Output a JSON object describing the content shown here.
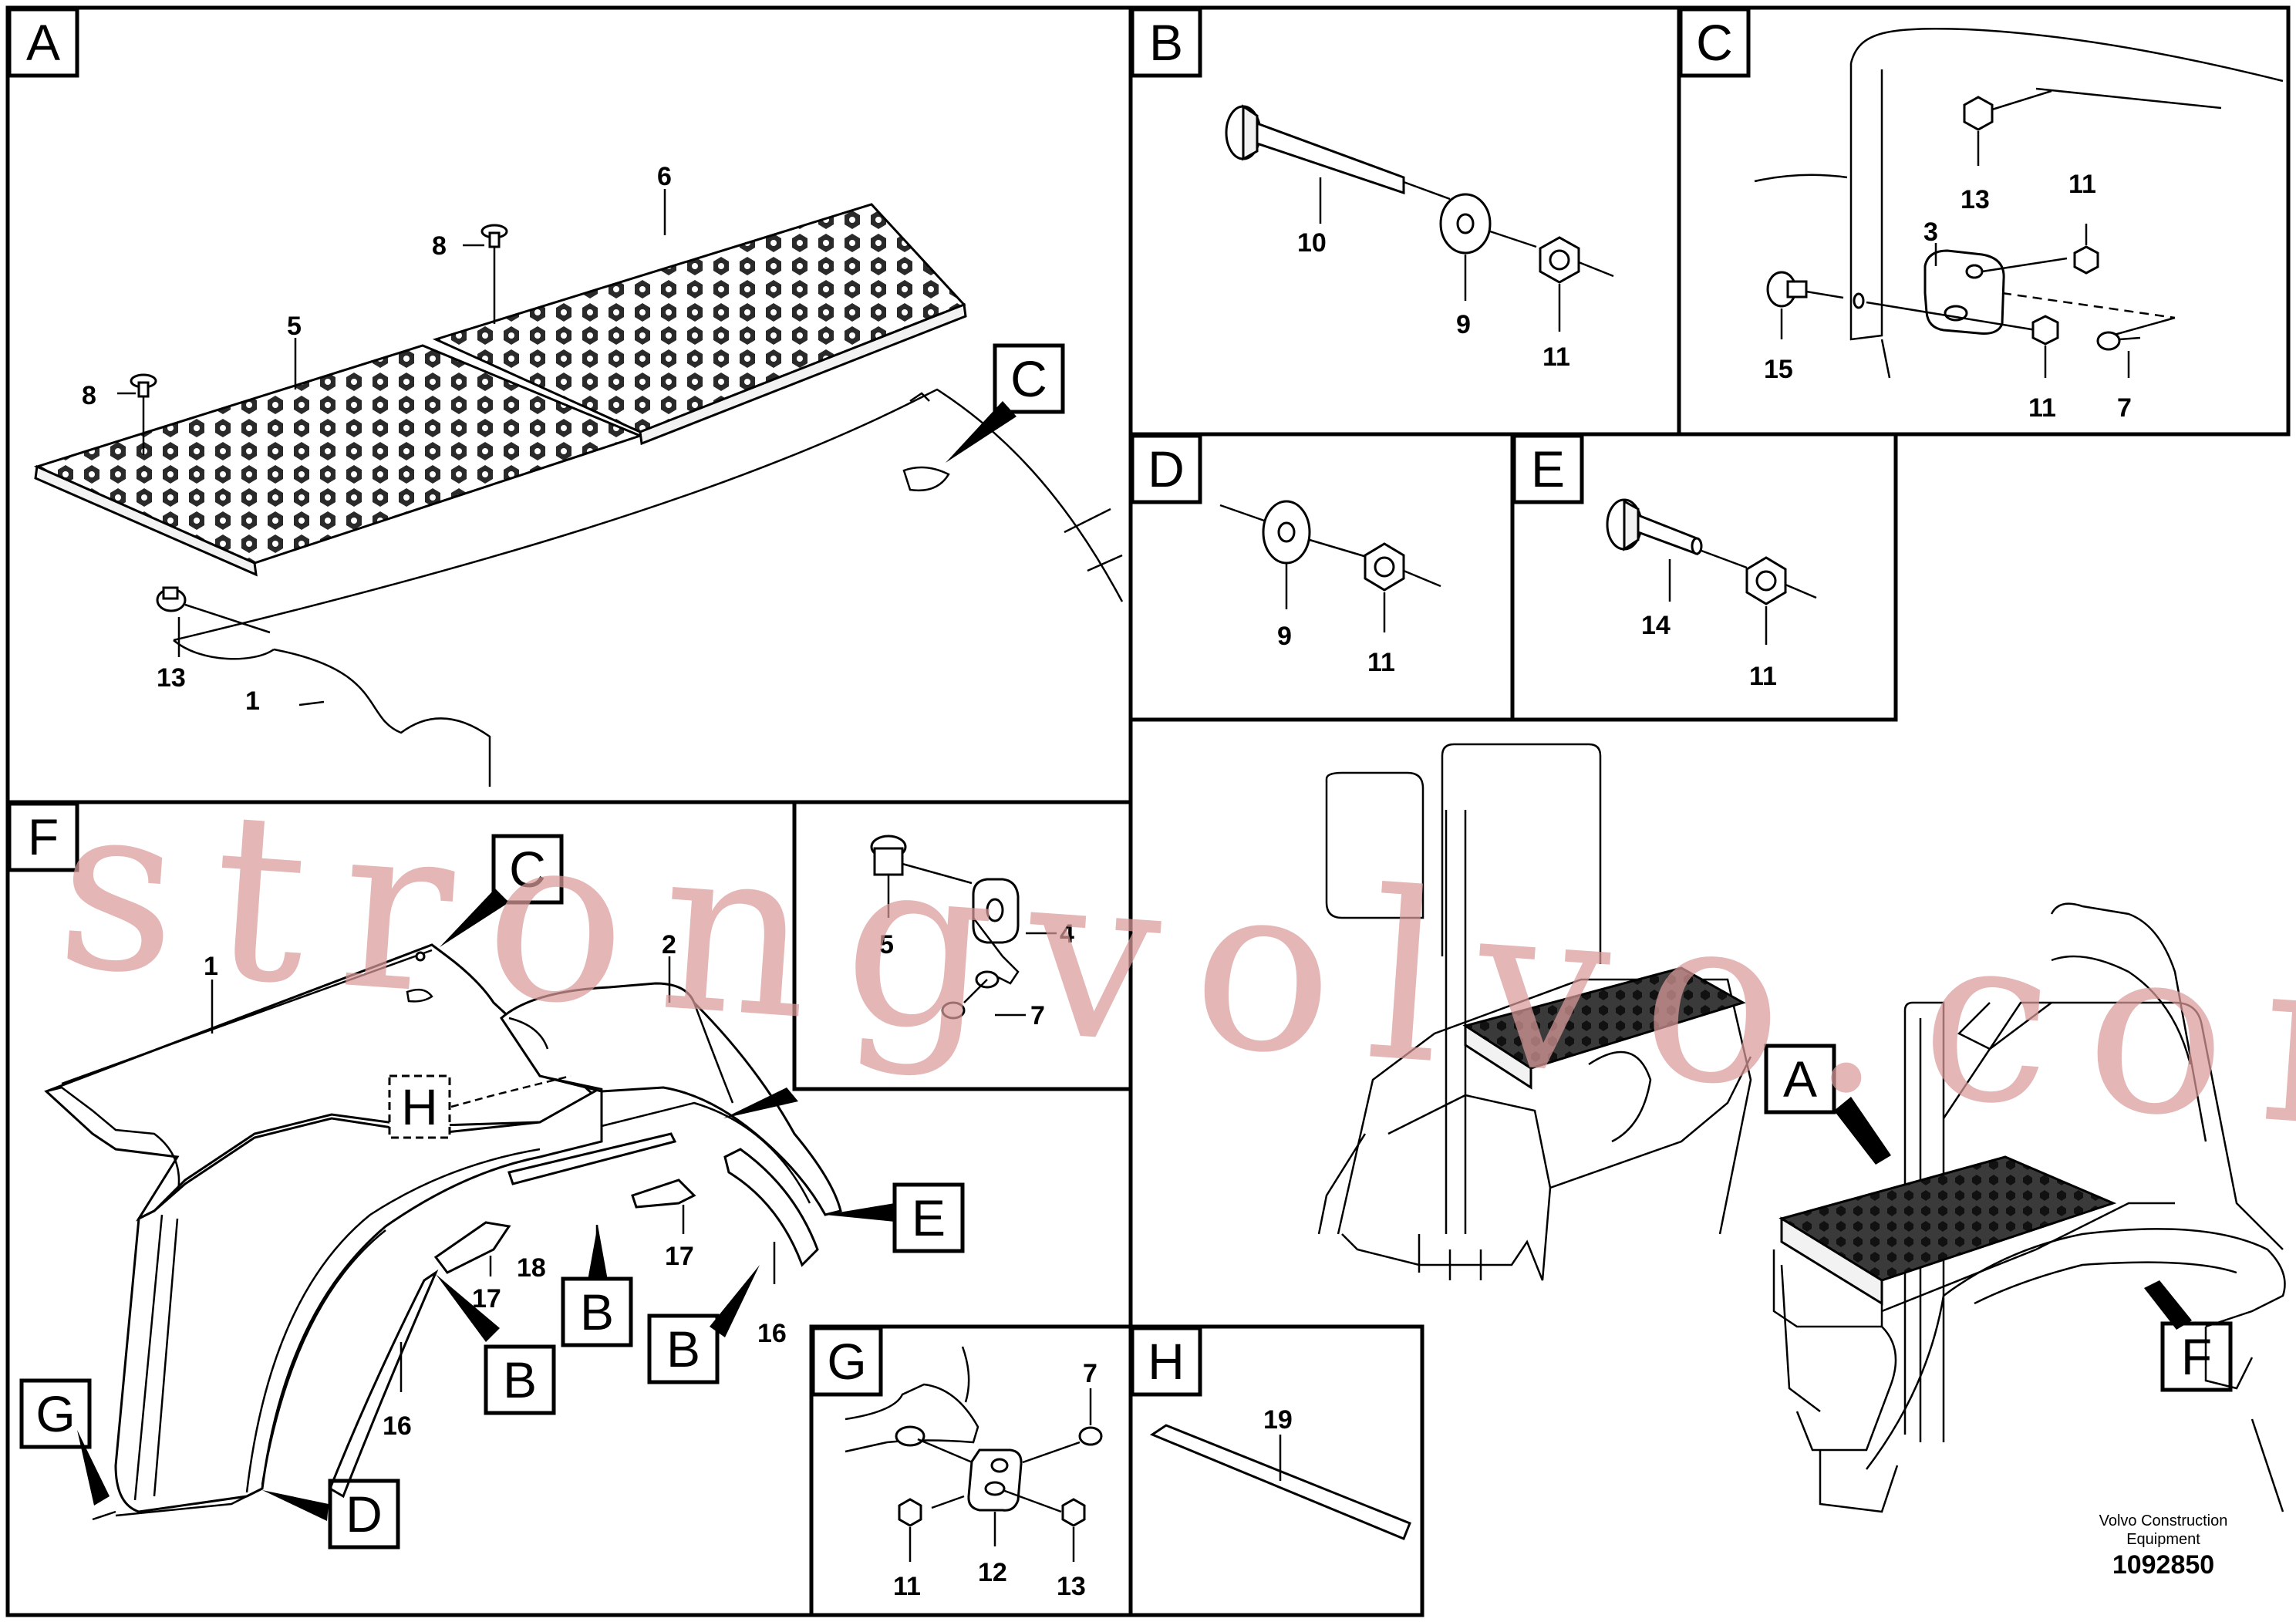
{
  "panels": {
    "A": "A",
    "B": "B",
    "C": "C",
    "D": "D",
    "E": "E",
    "F": "F",
    "G": "G",
    "H": "H"
  },
  "callouts": {
    "A": "A",
    "B": "B",
    "C": "C",
    "D": "D",
    "E": "E",
    "F": "F",
    "G": "G",
    "H": "H"
  },
  "part_numbers": {
    "n1": "1",
    "n2": "2",
    "n3": "3",
    "n4": "4",
    "n5": "5",
    "n6": "6",
    "n7": "7",
    "n8": "8",
    "n9": "9",
    "n10": "10",
    "n11": "11",
    "n12": "12",
    "n13": "13",
    "n14": "14",
    "n15": "15",
    "n16": "16",
    "n17": "17",
    "n18": "18",
    "n19": "19"
  },
  "watermark": "strongvolvo.com",
  "footer": {
    "company_line1": "Volvo Construction",
    "company_line2": "Equipment",
    "drawing_number": "1092850"
  }
}
